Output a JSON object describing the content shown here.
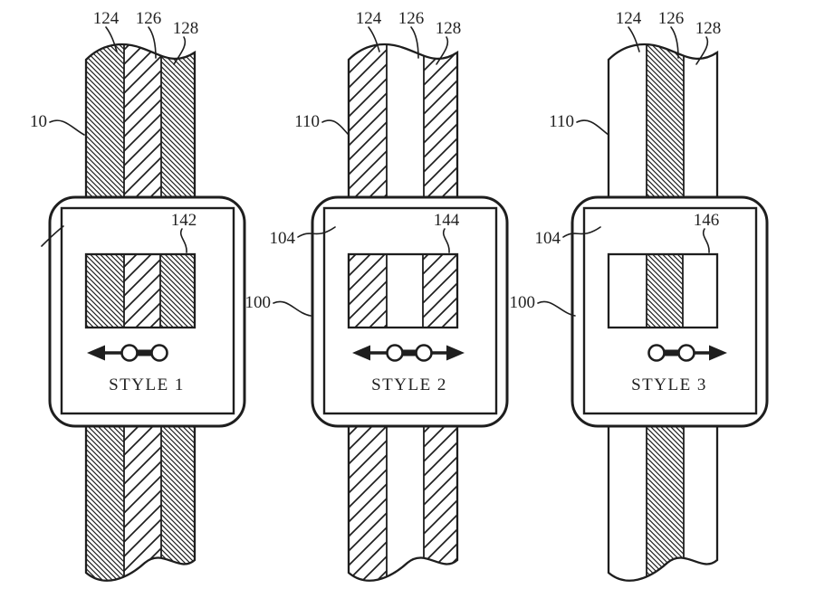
{
  "colors": {
    "line": "#1e1e1e",
    "background": "#ffffff"
  },
  "watches": [
    {
      "style_label": "STYLE 1",
      "band_ref": "10",
      "segment_refs": [
        "124",
        "126",
        "128"
      ],
      "display_ref": "142",
      "arrows": "left",
      "band_pattern": [
        "dense-hatch",
        "wide-hatch",
        "dense-hatch"
      ]
    },
    {
      "style_label": "STYLE 2",
      "band_ref": "110",
      "housing_ref": "104",
      "body_ref": "100",
      "segment_refs": [
        "124",
        "126",
        "128"
      ],
      "display_ref": "144",
      "arrows": "both",
      "band_pattern": [
        "wide-hatch",
        "plain",
        "wide-hatch"
      ]
    },
    {
      "style_label": "STYLE 3",
      "band_ref": "110",
      "housing_ref": "104",
      "body_ref": "100",
      "segment_refs": [
        "124",
        "126",
        "128"
      ],
      "display_ref": "146",
      "arrows": "right",
      "band_pattern": [
        "plain",
        "dense-hatch",
        "plain"
      ]
    }
  ]
}
